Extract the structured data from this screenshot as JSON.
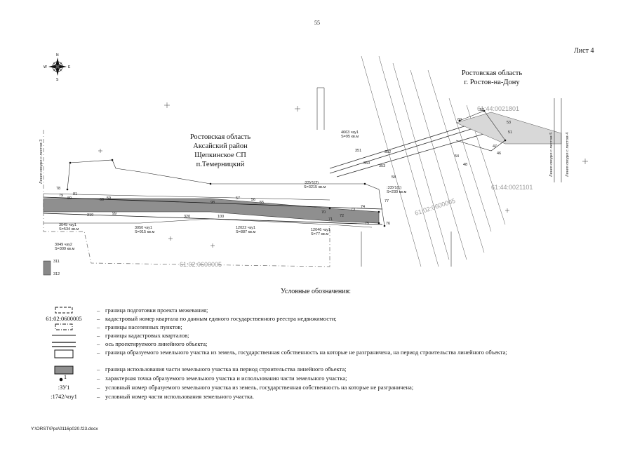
{
  "page_number": "55",
  "sheet_label": "Лист 4",
  "compass": {
    "icon": "compass-rose-icon",
    "n": "N",
    "s": "S",
    "w": "W",
    "e": "E"
  },
  "map": {
    "region_left": [
      "Ростовская область",
      "Аксайский район",
      "Щепкинское СП",
      "п.Темерницкий"
    ],
    "region_right": [
      "Ростовская область",
      "г. Ростов-на-Дону"
    ],
    "cadastral_blocks": [
      "61:02:0600005",
      "61:44:0021801",
      "61:44:0021101",
      "61:02:0600005"
    ],
    "parcel_labels": [
      {
        "text": "4663 чзу1",
        "area": "S=95 кв.м"
      },
      {
        "text": ":3ЗУ1(2)",
        "area": "S=3215 кв.м"
      },
      {
        "text": ":3ЗУ1(1)",
        "area": "S=230 кв.м"
      },
      {
        "text": "3050 чзу1",
        "area": "S=915 кв.м"
      },
      {
        "text": "3049 чзу1",
        "area": "S=534 кв.м"
      },
      {
        "text": "3049 чзу2",
        "area": "S=309 кв.м"
      },
      {
        "text": "12022 чзу1",
        "area": "S=887 кв.м"
      },
      {
        "text": "12046 чзу1",
        "area": "S=77 кв.м"
      }
    ],
    "point_labels": [
      "78",
      "79",
      "80",
      "81",
      "60",
      "59",
      "58",
      "57",
      "56",
      "55",
      "54",
      "53",
      "52",
      "51",
      "350",
      "351",
      "352",
      "353",
      "69",
      "70",
      "71",
      "72",
      "73",
      "74",
      "75",
      "76",
      "77",
      "98",
      "99",
      "100",
      "311",
      "312",
      "319",
      "320",
      "46",
      "47",
      "48"
    ],
    "side_notes": [
      "Линия сводки с листом 3",
      "Линия сводки с листом 5",
      "Линия сводки с листом 4"
    ]
  },
  "legend": {
    "title": "Условные обозначения:",
    "dash": "–",
    "items": [
      {
        "symbol": "dashed-rect",
        "symbol_text": "",
        "desc": "граница подготовки проекта межевания;"
      },
      {
        "symbol": "text",
        "symbol_text": "61:02:0600005",
        "desc": "кадастровый номер квартала по данным единого государственного реестра недвижимости;"
      },
      {
        "symbol": "dashdot-rect",
        "symbol_text": "",
        "desc": "границы населенных пунктов;"
      },
      {
        "symbol": "line",
        "symbol_text": "",
        "desc": "границы кадастровых кварталов;"
      },
      {
        "symbol": "double-line",
        "symbol_text": "",
        "desc": "ось проектируемого линейного объекта;"
      },
      {
        "symbol": "rect",
        "symbol_text": "",
        "desc": "граница образуемого земельного участка из земель, государственная собственность на которые не разграничена, на период строительства линейного объекта;"
      },
      {
        "symbol": "gray-rect",
        "symbol_text": "",
        "desc": "граница использования части земельного участка на период строительства линейного объекта;"
      },
      {
        "symbol": "point",
        "symbol_text": "1",
        "desc": "характерная точка образуемого земельного участка и использования части земельного участка;"
      },
      {
        "symbol": "text",
        "symbol_text": ":ЗУ1",
        "desc": "условный номер образуемого земельного участка из земель, государственная собственность на которые не разграничена;"
      },
      {
        "symbol": "text",
        "symbol_text": ":1742/чзу1",
        "desc": "условный номер части использования земельного участка."
      }
    ]
  },
  "footer_path": "Y:\\ORST\\Ppo\\0116p020.f23.docx"
}
